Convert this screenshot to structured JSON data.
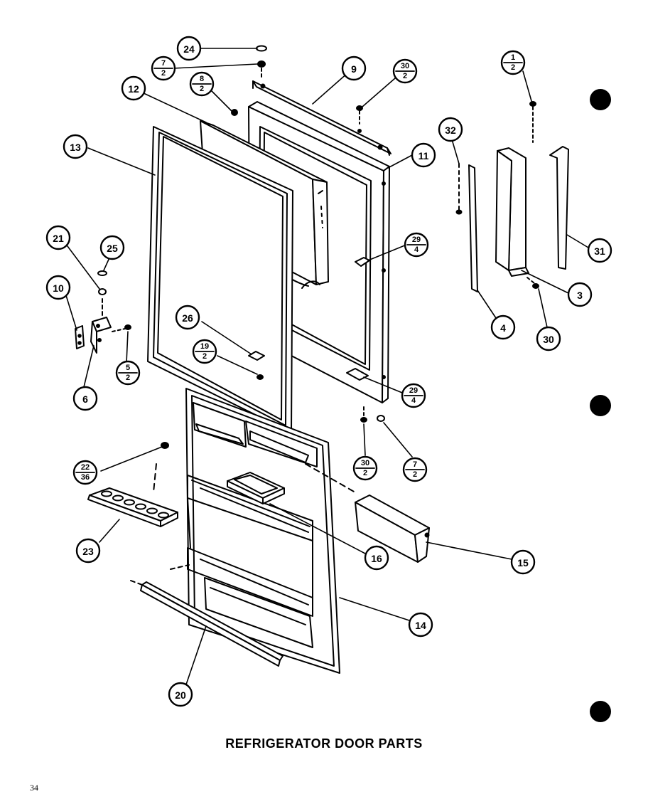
{
  "title": "REFRIGERATOR DOOR PARTS",
  "page_number": "34",
  "colors": {
    "ink": "#000000",
    "paper": "#ffffff"
  },
  "callouts": [
    {
      "id": "c24",
      "top": "24"
    },
    {
      "id": "c7a",
      "top": "7",
      "bottom": "2"
    },
    {
      "id": "c8",
      "top": "8",
      "bottom": "2"
    },
    {
      "id": "c12",
      "top": "12"
    },
    {
      "id": "c9",
      "top": "9"
    },
    {
      "id": "c30a",
      "top": "30",
      "bottom": "2"
    },
    {
      "id": "c1",
      "top": "1",
      "bottom": "2"
    },
    {
      "id": "c13",
      "top": "13"
    },
    {
      "id": "c11",
      "top": "11"
    },
    {
      "id": "c32",
      "top": "32"
    },
    {
      "id": "c21",
      "top": "21"
    },
    {
      "id": "c25",
      "top": "25"
    },
    {
      "id": "c29a",
      "top": "29",
      "bottom": "4"
    },
    {
      "id": "c31",
      "top": "31"
    },
    {
      "id": "c10",
      "top": "10"
    },
    {
      "id": "c3",
      "top": "3"
    },
    {
      "id": "c4",
      "top": "4"
    },
    {
      "id": "c30b",
      "top": "30"
    },
    {
      "id": "c26",
      "top": "26"
    },
    {
      "id": "c19",
      "top": "19",
      "bottom": "2"
    },
    {
      "id": "c5",
      "top": "5",
      "bottom": "2"
    },
    {
      "id": "c6",
      "top": "6"
    },
    {
      "id": "c29b",
      "top": "29",
      "bottom": "4"
    },
    {
      "id": "c30c",
      "top": "30",
      "bottom": "2"
    },
    {
      "id": "c7b",
      "top": "7",
      "bottom": "2"
    },
    {
      "id": "c22",
      "top": "22",
      "bottom": "36"
    },
    {
      "id": "c23",
      "top": "23"
    },
    {
      "id": "c16",
      "top": "16"
    },
    {
      "id": "c15",
      "top": "15"
    },
    {
      "id": "c14",
      "top": "14"
    },
    {
      "id": "c20",
      "top": "20"
    }
  ]
}
